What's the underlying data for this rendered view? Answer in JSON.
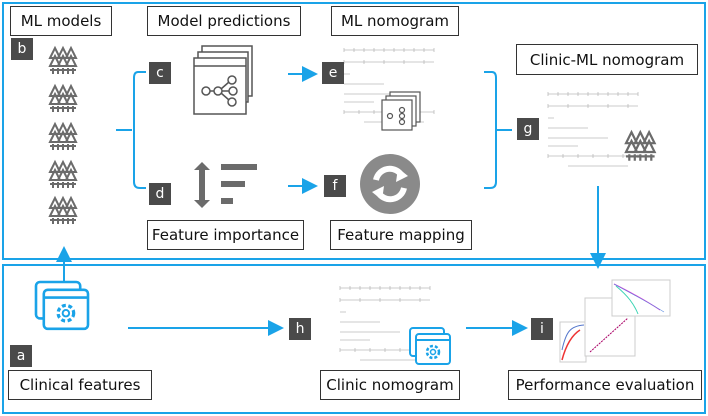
{
  "labels": {
    "ml_models": "ML models",
    "model_predictions": "Model predictions",
    "ml_nomogram": "ML nomogram",
    "clinic_ml_nomogram": "Clinic-ML nomogram",
    "feature_importance": "Feature importance",
    "feature_mapping": "Feature mapping",
    "clinical_features": "Clinical features",
    "clinic_nomogram": "Clinic nomogram",
    "performance_evaluation": "Performance evaluation"
  },
  "badges": {
    "a": "a",
    "b": "b",
    "c": "c",
    "d": "d",
    "e": "e",
    "f": "f",
    "g": "g",
    "h": "h",
    "i": "i"
  },
  "colors": {
    "accent": "#1aa3e8",
    "icon_gray": "#6b6b6b",
    "badge": "#4a4a4a"
  },
  "icons": [
    "tree-ensemble-icon",
    "model-stack-icon",
    "feature-sort-icon",
    "refresh-icon",
    "settings-window-icon",
    "nomogram-thumbnail",
    "performance-curves-thumbnail"
  ]
}
